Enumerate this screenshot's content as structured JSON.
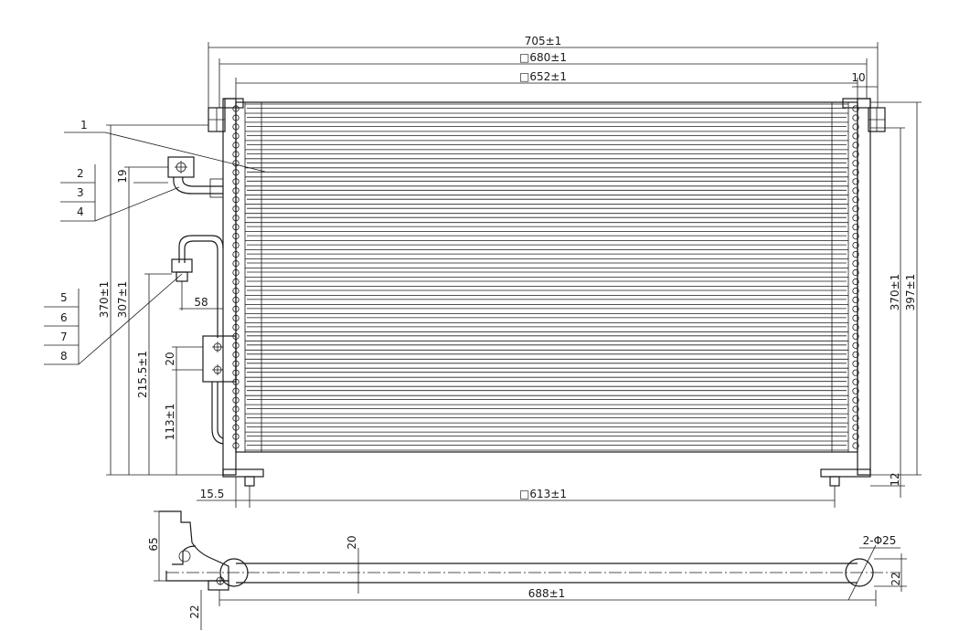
{
  "dimensions": {
    "overall_width": "705±1",
    "frame_width": "□680±1",
    "core_width": "□652±1",
    "bracket_offset": "10",
    "right_height_1": "370±1",
    "right_height_2": "397±1",
    "left_height_1": "370±1",
    "left_height_2": "307±1",
    "fitting_top": "19",
    "fitting_height": "215.5±1",
    "pipe_offset": "58",
    "bracket_gap": "20",
    "bracket_height": "113±1",
    "foot_offset": "15.5",
    "mount_span": "□613±1",
    "foot_height": "12",
    "side_height": "65",
    "core_depth": "20",
    "hole_spec": "2-Φ25",
    "bottom_length": "688±1",
    "depth_right": "22",
    "depth_left": "22"
  },
  "callouts": [
    "1",
    "2",
    "3",
    "4",
    "5",
    "6",
    "7",
    "8"
  ]
}
